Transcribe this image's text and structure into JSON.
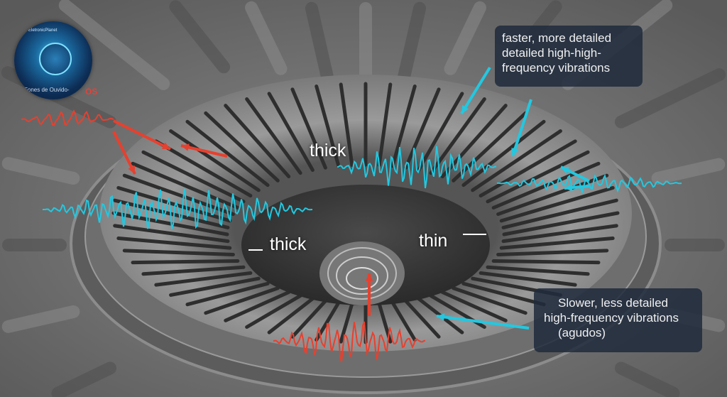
{
  "logo": {
    "brand": "EletronicPlanet",
    "name": "Fones de Ouvido-",
    "suffix": "OS"
  },
  "labels": {
    "thick_top": "thick",
    "thick_inner": "thick",
    "thin_inner": "thin"
  },
  "callouts": {
    "top_right": [
      "faster, more detailed",
      "detailed high-high-",
      "frequency vibrations"
    ],
    "bottom_right": [
      "Slower, less detailed",
      "high-frequency vibrations",
      "(agudos)"
    ]
  },
  "colors": {
    "cyan": "#22c8e0",
    "red": "#e8402e",
    "box": "#1e2a3c"
  }
}
